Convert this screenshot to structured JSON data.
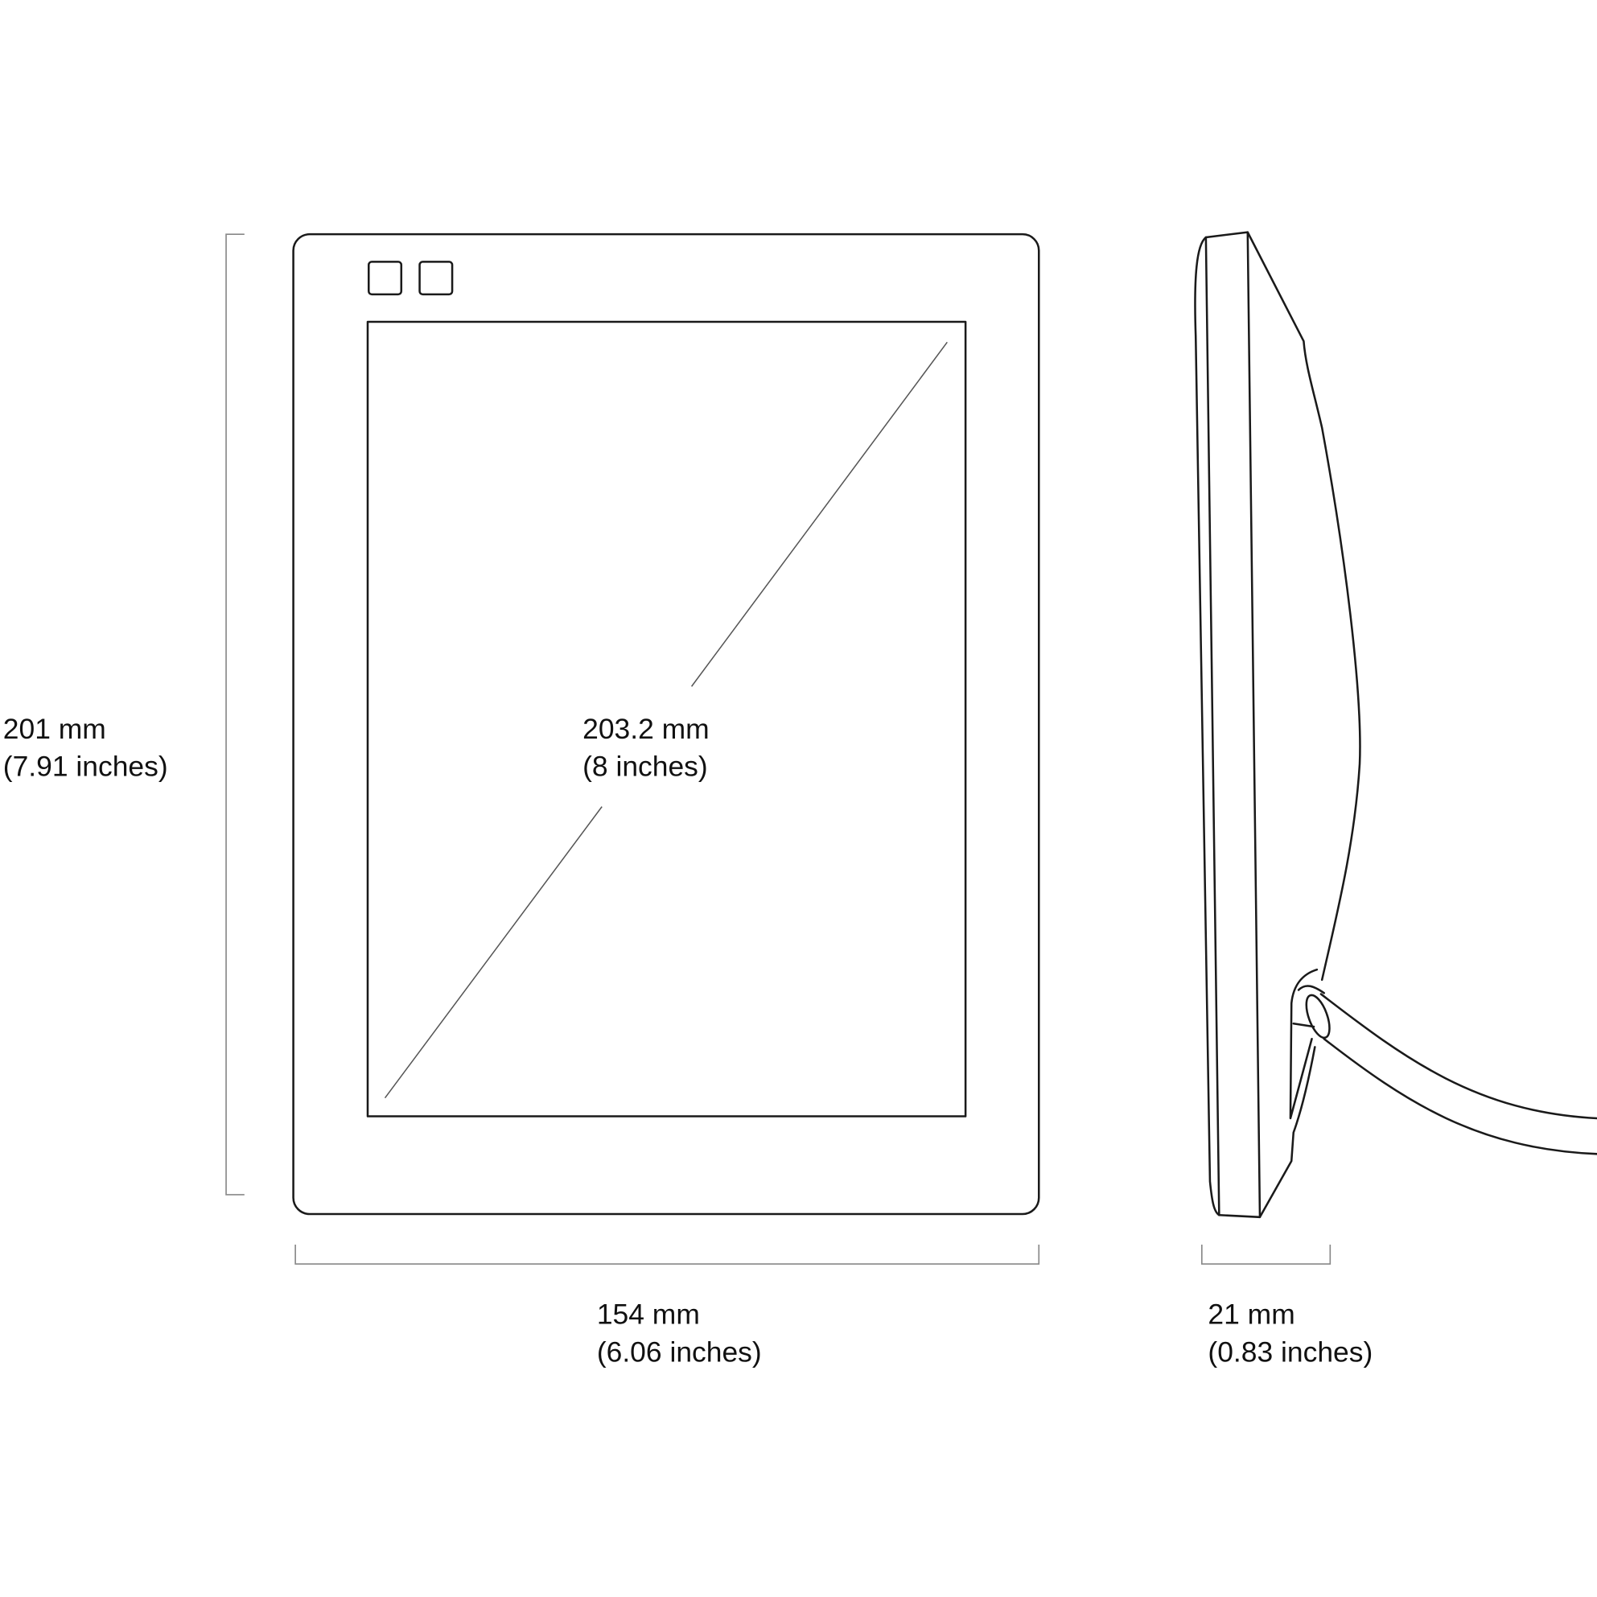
{
  "dimensions": {
    "height": {
      "mm": "201 mm",
      "inches": "(7.91 inches)"
    },
    "diagonal": {
      "mm": "203.2 mm",
      "inches": "(8 inches)"
    },
    "width": {
      "mm": "154 mm",
      "inches": "(6.06 inches)"
    },
    "depth": {
      "mm": "21 mm",
      "inches": "(0.83 inches)"
    }
  },
  "views": {
    "front": "front-view",
    "side": "side-view"
  }
}
